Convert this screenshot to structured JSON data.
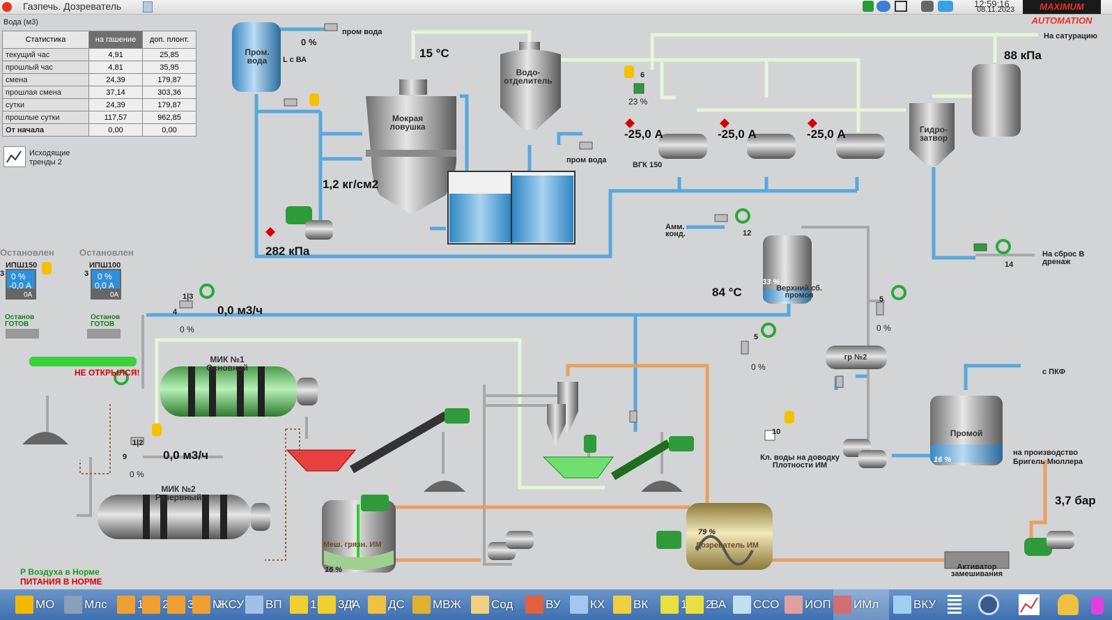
{
  "window": {
    "title": "Газпечь. Дозреватель",
    "time": "12:59:16",
    "date": "08.11.2023",
    "logo": "MAXIMUM AUTOMATION"
  },
  "stats": {
    "caption": "Вода (м3)",
    "headers": [
      "Статистика",
      "на гашение",
      "доп. плонт."
    ],
    "rows": [
      {
        "label": "текущий час",
        "a": "4,91",
        "b": "25,85"
      },
      {
        "label": "прошлый час",
        "a": "4,81",
        "b": "35,95"
      },
      {
        "label": "смена",
        "a": "24,39",
        "b": "179,87"
      },
      {
        "label": "прошлая смена",
        "a": "37,14",
        "b": "303,36"
      },
      {
        "label": "сутки",
        "a": "24,39",
        "b": "179,87"
      },
      {
        "label": "прошлые сутки",
        "a": "117,57",
        "b": "962,85"
      },
      {
        "label": "От начала",
        "a": "0,00",
        "b": "0,00"
      }
    ],
    "trend_button": "Исходящие тренды 2"
  },
  "labels": {
    "prom_voda_tank": "Пром. вода",
    "prom_voda_1": "пром вода",
    "prom_voda_2": "пром вода",
    "l_s_va": "L с ВА",
    "pct_top": "0 %",
    "temp_15": "15 °C",
    "mokraya": "Мокрая ловушка",
    "vodootdel": "Водо- отделитель",
    "press_12": "1,2 кг/см2",
    "press_282": "282 кПа",
    "na_saturaciyu": "На сатурацию",
    "press_88": "88 кПа",
    "valve6": "6",
    "pct_23": "23 %",
    "amp1": "-25,0 А",
    "amp2": "-25,0 А",
    "amp3": "-25,0 А",
    "vgk150": "ВГК 150",
    "gidrozatvor": "Гидро- затвор",
    "amm_kond": "Амм. конд.",
    "valve12": "12",
    "verhniy": "Верхний сб. промоя",
    "verhniy_pct": "33 %",
    "temp_84": "84 °C",
    "na_sbros": "На сброс В дренаж",
    "valve14": "14",
    "valve5a": "5",
    "pct_0a": "0 %",
    "gr2": "гр №2",
    "valve5b": "5",
    "pct_0b": "0 %",
    "s_pkf": "с ПКФ",
    "promoy": "Промой",
    "promoy_pct": "16 %",
    "na_proizv": "на производство Бригель Мюллера",
    "press_37": "3,7 бар",
    "aktivator": "Активатор замешивания",
    "ostanovlen1": "Остановлен",
    "ostanovlen2": "Остановлен",
    "ipsh150": "ИПШ150",
    "ipsh100": "ИПШ100",
    "ip1_pct": "0 %",
    "ip1_amp": "-0,0 А",
    "ip1_oa": "0А",
    "ip2_pct": "0 %",
    "ip2_amp": "0,0 А",
    "ip2_oa": "0А",
    "num3a": "3",
    "num3b": "3",
    "ostanov_gotov1": "Останов ГОТОВ",
    "ostanov_gotov2": "Останов ГОТОВ",
    "ne_otkrylsya": "НЕ ОТКРЫЛСЯ!",
    "valve13": "1|3",
    "valve4": "4",
    "pct_0c": "0 %",
    "flow1": "0,0 м3/ч",
    "mik1": "МИК №1 Основной",
    "valve12b": "1|2",
    "valve9": "9",
    "pct_0d": "0 %",
    "flow2": "0,0 м3/ч",
    "mik2": "МИК №2 Резервный",
    "mesh": "Меш. грязн. ИМ",
    "mesh_pct": "16 %",
    "valve10": "10",
    "kl_vody": "Кл. воды на доводку Плотности ИМ",
    "dozrev": "Дозреватель ИМ",
    "dozrev_pct": "79 %",
    "air_ok": "Р Воздуха в Норме",
    "power_ok": "ПИТАНИЯ В НОРМЕ"
  },
  "taskbar": [
    {
      "label": "МО",
      "color": "#f5b800"
    },
    {
      "label": "Млс",
      "color": "#8aa0b8"
    },
    {
      "label": "1.",
      "color": "#f0a030"
    },
    {
      "label": "2.",
      "color": "#f0a030"
    },
    {
      "label": "3.",
      "color": "#f0a030"
    },
    {
      "label": "М",
      "color": "#f0a030"
    },
    {
      "label": "ЖСУ",
      "color": "#7ab0e0"
    },
    {
      "label": "ВП",
      "color": "#a0c0e8"
    },
    {
      "label": "1-2",
      "color": "#f0d030"
    },
    {
      "label": "3-4",
      "color": "#f0d030"
    },
    {
      "label": "ДА",
      "color": "#d8e080"
    },
    {
      "label": "ДС",
      "color": "#f0c040"
    },
    {
      "label": "МВЖ",
      "color": "#e0b030"
    },
    {
      "label": "Сод",
      "color": "#f0d080"
    },
    {
      "label": "ВУ",
      "color": "#e06040"
    },
    {
      "label": "КХ",
      "color": "#a0c8f0"
    },
    {
      "label": "ВК",
      "color": "#f0d040"
    },
    {
      "label": "1",
      "color": "#e8e040"
    },
    {
      "label": "2",
      "color": "#e8e040"
    },
    {
      "label": "ВА",
      "color": "#c0e0f0"
    },
    {
      "label": "ССО",
      "color": "#c86040"
    },
    {
      "label": "ИОП",
      "color": "#e0a0a0"
    },
    {
      "label": "ИМл",
      "color": "#d07070"
    },
    {
      "label": "ВКУ",
      "color": "#a0d0f0"
    }
  ]
}
